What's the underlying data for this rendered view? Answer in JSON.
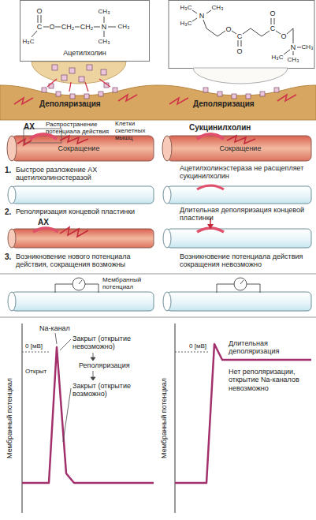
{
  "diagram": {
    "nodes": [
      {
        "text": [
          "Ацетилхолин"
        ]
      }
    ],
    "labels": [
      "O",
      "C",
      "H₃C",
      "O",
      "CH₂",
      "CH₂",
      "N",
      "CH₃",
      "CH₃",
      "CH₃",
      "H₃C",
      "N",
      "CH₃",
      "H₃C",
      "O",
      "C",
      "O",
      "C",
      "O",
      "O",
      "N",
      "CH₃",
      "CH₃",
      "H₃C",
      "Деполяризация",
      "Деполяризация",
      "АХ",
      "Распространение потенциала действия",
      "Сукцинилхолин",
      "Клетки скелетных мышц",
      "Сокращение",
      "Сокращение",
      "1.",
      "Быстрое разложение АХ ацетилхолинэстеразой",
      "Ацетилхолинэстераза не расщепляет сукцинилхолин",
      "2.",
      "Реполяризация концевой пластинки",
      "Длительная деполяризация концевой пластинки",
      "АХ",
      "3.",
      "Возникновение нового потенциала действия, сокращения возможны",
      "Возникновение потенциала действия сокращения невозможно",
      "Мембранный потенциал",
      "Мембранный потенциал",
      "0 [мВ]",
      "Na-канал",
      "Открыт",
      "Закрыт (открытие невозможно)",
      "Реполяризация",
      "Закрыт (открытие возможно)",
      "Мембранный потенциал",
      "0 [мВ]",
      "Длительная деполяризация",
      "Нет реполяризации, открытие Na-каналов невозможно"
    ]
  }
}
